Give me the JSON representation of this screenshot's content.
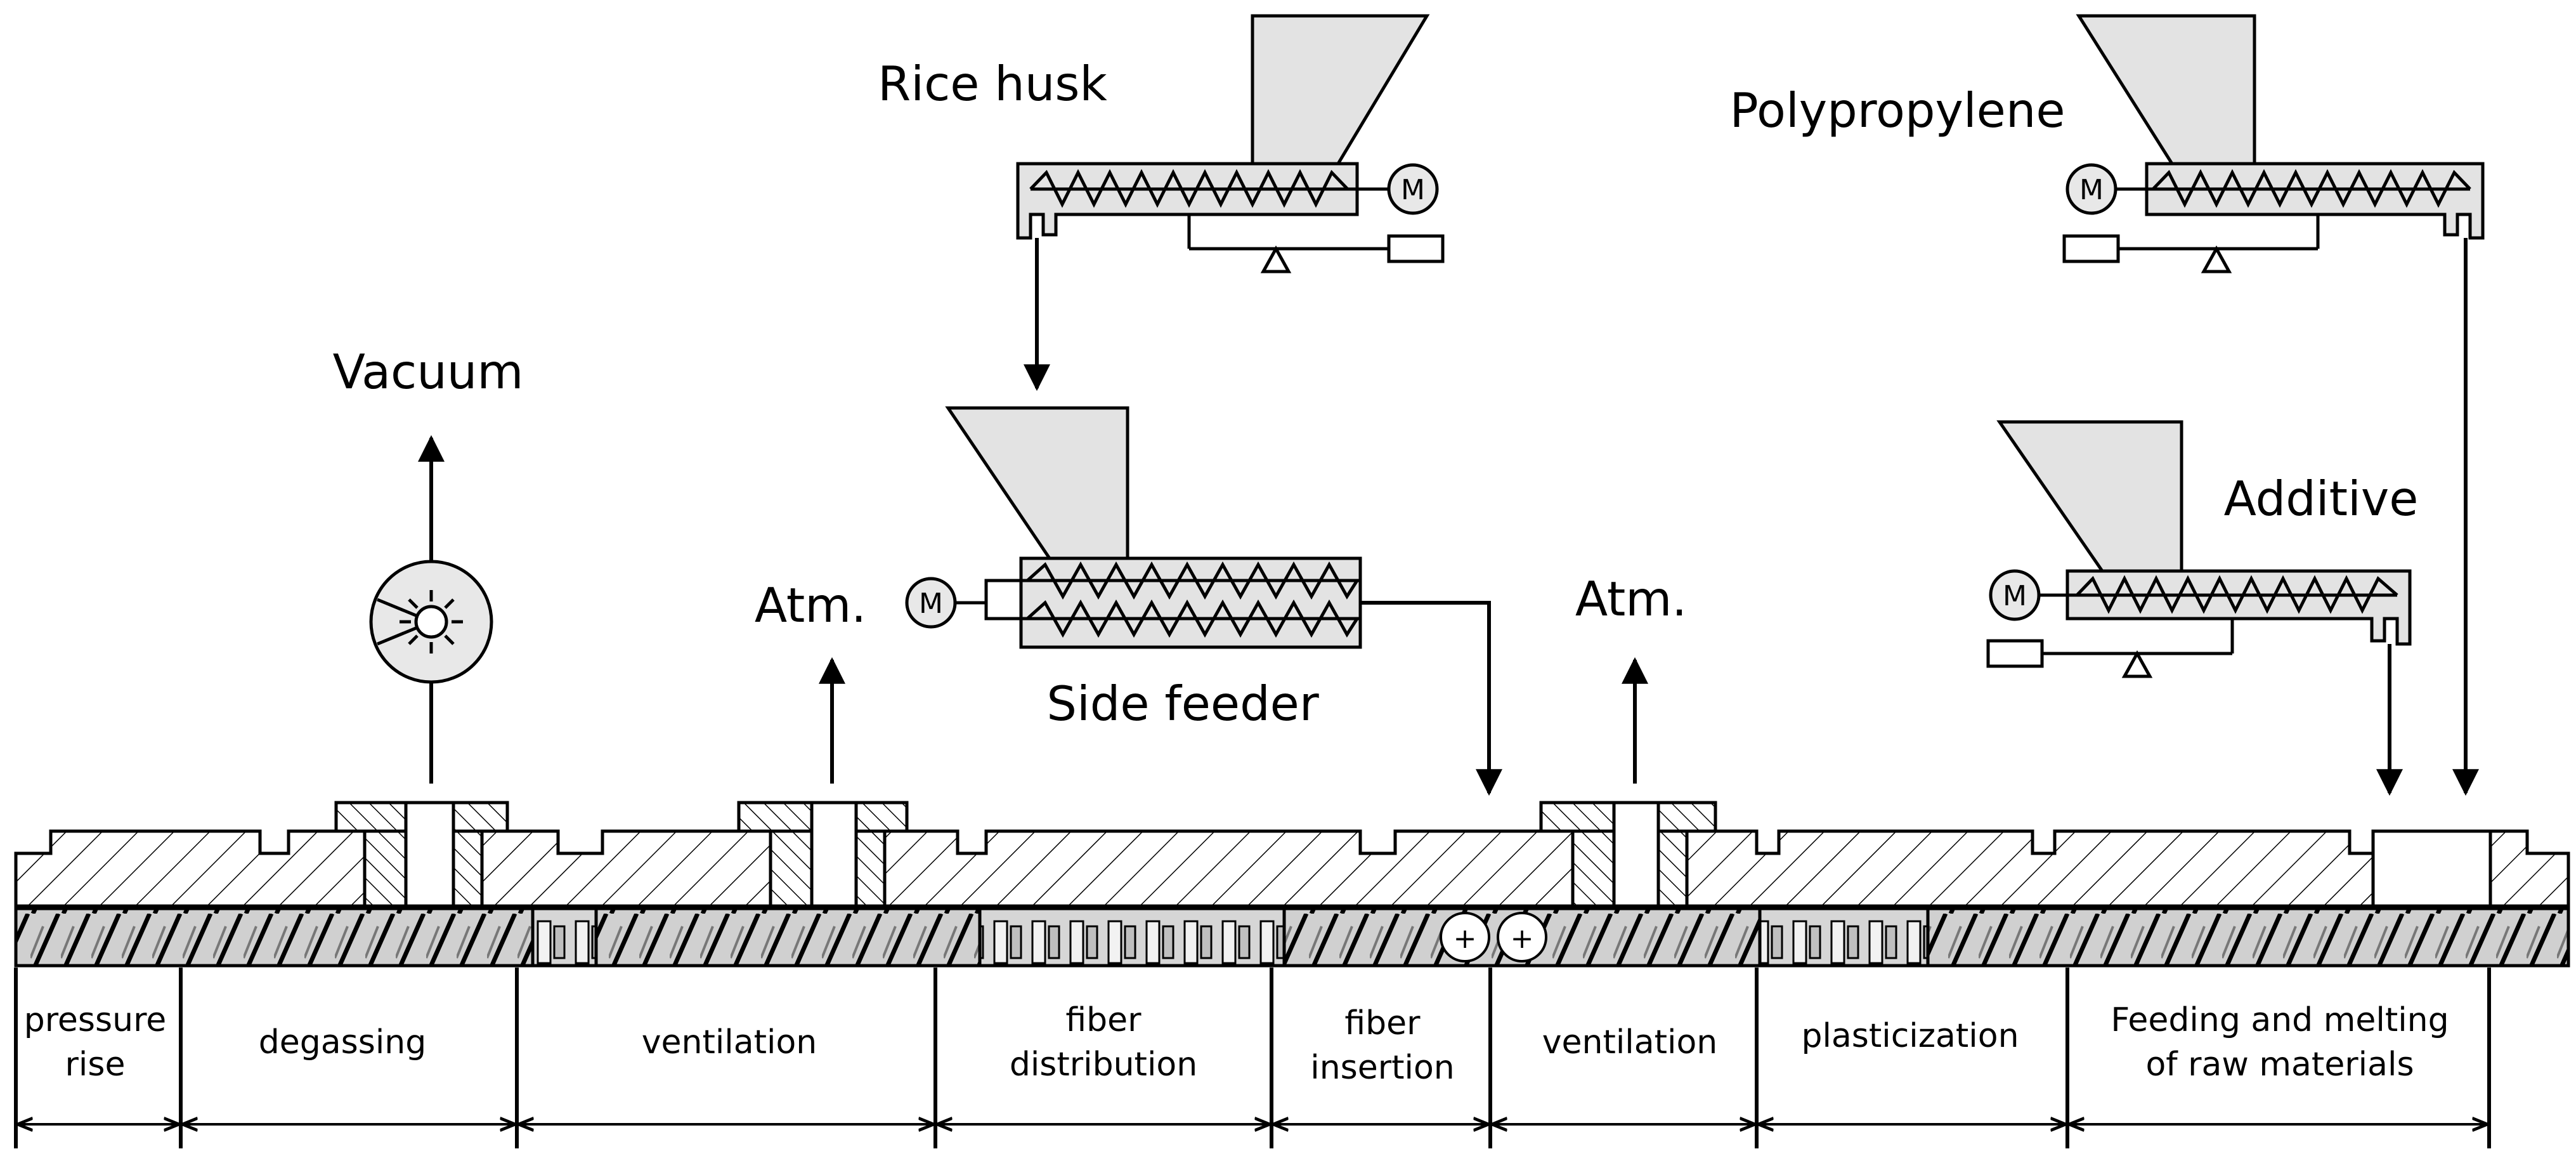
{
  "labels": {
    "rice_husk": "Rice husk",
    "polypropylene": "Polypropylene",
    "vacuum": "Vacuum",
    "additive": "Additive",
    "atm_left": "Atm.",
    "atm_right": "Atm.",
    "side_feeder": "Side feeder",
    "motor": "M"
  },
  "zones": [
    {
      "line1": "pressure",
      "line2": "rise"
    },
    {
      "line1": "degassing",
      "line2": ""
    },
    {
      "line1": "ventilation",
      "line2": ""
    },
    {
      "line1": "fiber",
      "line2": "distribution"
    },
    {
      "line1": "fiber",
      "line2": "insertion"
    },
    {
      "line1": "ventilation",
      "line2": ""
    },
    {
      "line1": "plasticization",
      "line2": ""
    },
    {
      "line1": "Feeding and melting",
      "line2": "of raw materials"
    }
  ],
  "colors": {
    "line": "#000000",
    "hopper_fill": "#e3e3e3",
    "background": "#ffffff"
  },
  "icons": {
    "vacuum_pump": "vacuum-pump-icon",
    "motor": "motor-icon",
    "scale": "scale-icon"
  }
}
